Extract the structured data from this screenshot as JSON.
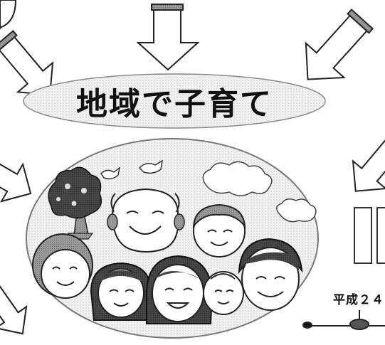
{
  "main": {
    "title": "地域で子育て",
    "caption": "平成２４"
  },
  "figures": [
    "grandpa",
    "grandma",
    "father",
    "mother",
    "girl",
    "boy",
    "baby"
  ],
  "decor": [
    "tree",
    "birds",
    "clouds",
    "arrows",
    "timeline"
  ]
}
